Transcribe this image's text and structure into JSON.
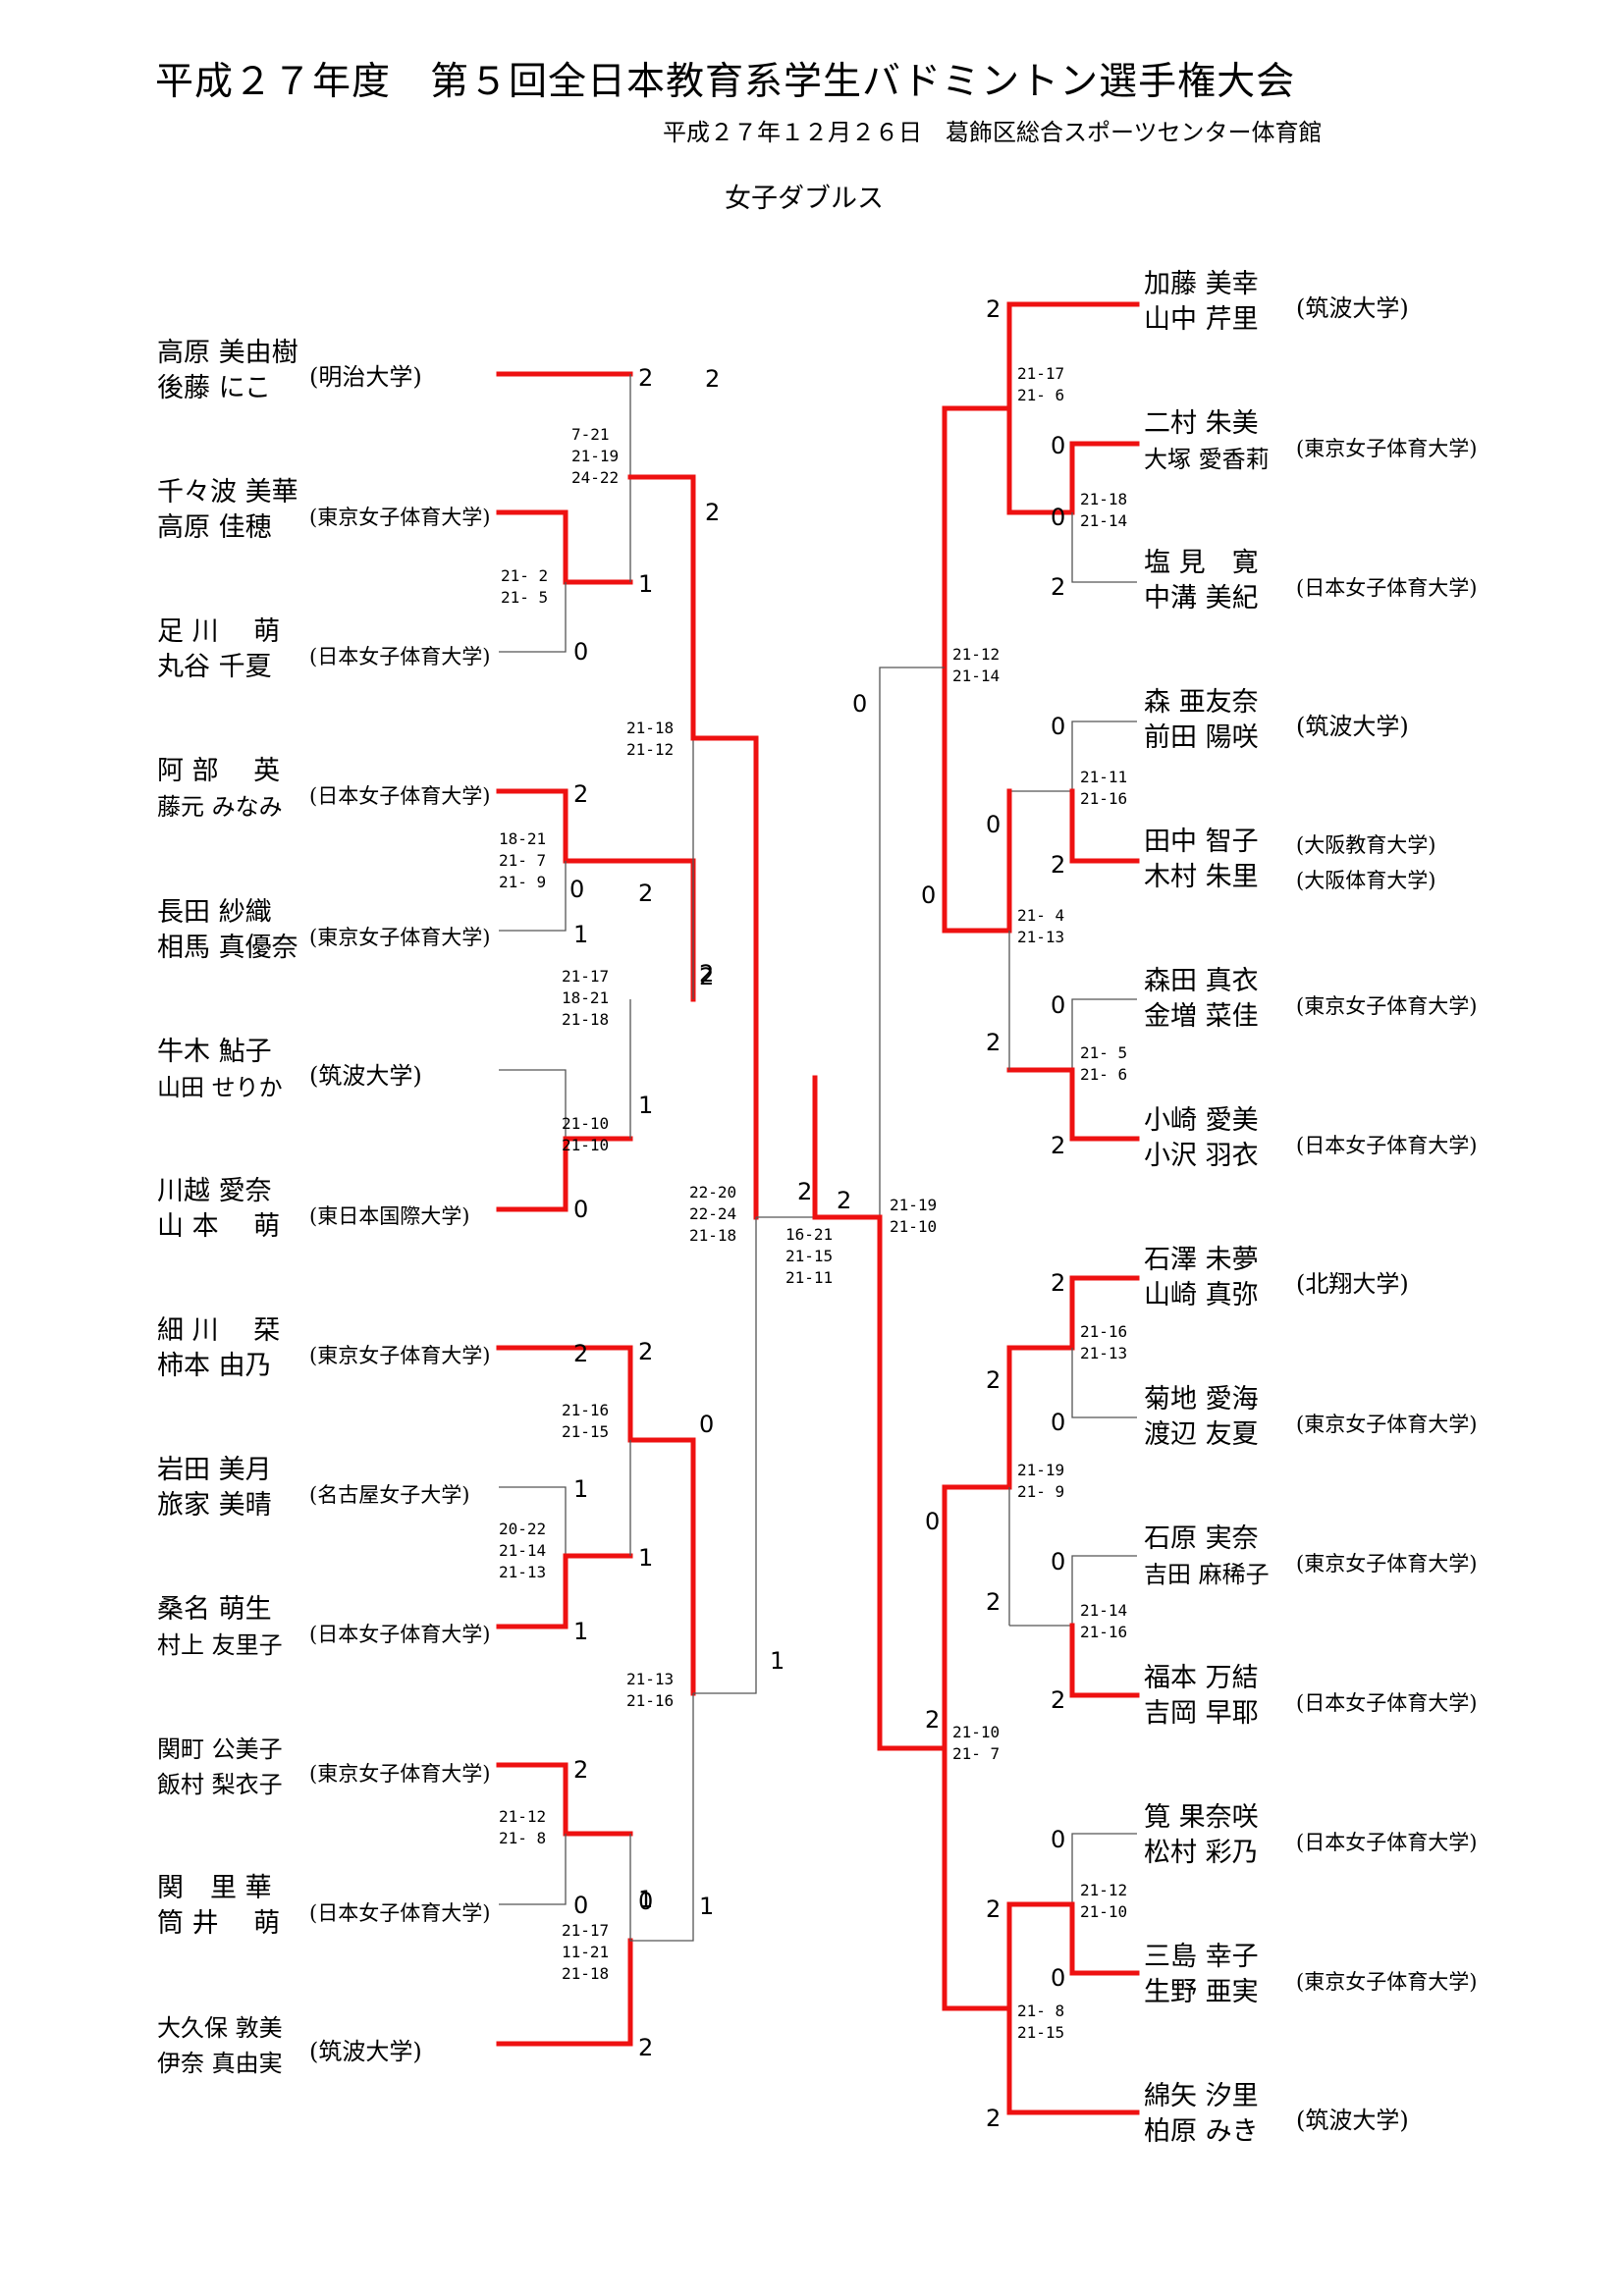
{
  "header": {
    "title": "平成２７年度　第５回全日本教育系学生バドミントン選手権大会",
    "subtitle": "平成２７年１２月２６日　葛飾区総合スポーツセンター体育館",
    "event": "女子ダブルス"
  },
  "left_teams": [
    {
      "p1": "高原 美由樹",
      "p2": "後藤 にこ",
      "school": "(明治大学)"
    },
    {
      "p1": "千々波 美華",
      "p2": "高原 佳穂",
      "school": "(東京女子体育大学)"
    },
    {
      "p1": "足 川　 萌",
      "p2": "丸谷 千夏",
      "school": "(日本女子体育大学)"
    },
    {
      "p1": "阿 部　 英",
      "p2": "藤元 みなみ",
      "school": "(日本女子体育大学)"
    },
    {
      "p1": "長田 紗織",
      "p2": "相馬 真優奈",
      "school": "(東京女子体育大学)"
    },
    {
      "p1": "牛木 鮎子",
      "p2": "山田 せりか",
      "school": "(筑波大学)"
    },
    {
      "p1": "川越 愛奈",
      "p2": "山 本　 萌",
      "school": "(東日本国際大学)"
    },
    {
      "p1": "細 川　 栞",
      "p2": "柿本 由乃",
      "school": "(東京女子体育大学)"
    },
    {
      "p1": "岩田 美月",
      "p2": "旅家 美晴",
      "school": "(名古屋女子大学)"
    },
    {
      "p1": "桑名 萌生",
      "p2": "村上 友里子",
      "school": "(日本女子体育大学)"
    },
    {
      "p1": "関町 公美子",
      "p2": "飯村 梨衣子",
      "school": "(東京女子体育大学)"
    },
    {
      "p1": "関　里 華",
      "p2": "筒 井　 萌",
      "school": "(日本女子体育大学)"
    },
    {
      "p1": "大久保 敦美",
      "p2": "伊奈 真由実",
      "school": "(筑波大学)"
    }
  ],
  "right_teams": [
    {
      "p1": "加藤 美幸",
      "p2": "山中 芹里",
      "school": "(筑波大学)"
    },
    {
      "p1": "二村 朱美",
      "p2": "大塚 愛香莉",
      "school": "(東京女子体育大学)"
    },
    {
      "p1": "塩 見　寛",
      "p2": "中溝 美紀",
      "school": "(日本女子体育大学)"
    },
    {
      "p1": "森 亜友奈",
      "p2": "前田 陽咲",
      "school": "(筑波大学)"
    },
    {
      "p1": "田中 智子",
      "p2": "木村 朱里",
      "school": "(大阪教育大学)",
      "school2": "(大阪体育大学)"
    },
    {
      "p1": "森田 真衣",
      "p2": "金増 菜佳",
      "school": "(東京女子体育大学)"
    },
    {
      "p1": "小崎 愛美",
      "p2": "小沢 羽衣",
      "school": "(日本女子体育大学)"
    },
    {
      "p1": "石澤 未夢",
      "p2": "山崎 真弥",
      "school": "(北翔大学)"
    },
    {
      "p1": "菊地 愛海",
      "p2": "渡辺 友夏",
      "school": "(東京女子体育大学)"
    },
    {
      "p1": "石原 実奈",
      "p2": "吉田 麻稀子",
      "school": "(東京女子体育大学)"
    },
    {
      "p1": "福本 万結",
      "p2": "吉岡 早耶",
      "school": "(日本女子体育大学)"
    },
    {
      "p1": "筧 果奈咲",
      "p2": "松村 彩乃",
      "school": "(日本女子体育大学)"
    },
    {
      "p1": "三島 幸子",
      "p2": "生野 亜実",
      "school": "(東京女子体育大学)"
    },
    {
      "p1": "綿矢 汐里",
      "p2": "柏原 みき",
      "school": "(筑波大学)"
    }
  ],
  "game_scores": [
    {
      "lines": [
        "7-21",
        "21-19",
        "24-22"
      ]
    },
    {
      "lines": [
        "21- 2",
        "21- 5"
      ]
    },
    {
      "lines": [
        "21-18",
        "21-12"
      ]
    },
    {
      "lines": [
        "18-21",
        "21- 7",
        "21- 9"
      ]
    },
    {
      "lines": [
        "21-17",
        "18-21",
        "21-18"
      ]
    },
    {
      "lines": [
        "21-10",
        "21-10"
      ]
    },
    {
      "lines": [
        "22-20",
        "22-24",
        "21-18"
      ]
    },
    {
      "lines": [
        "21-16",
        "21-15"
      ]
    },
    {
      "lines": [
        "20-22",
        "21-14",
        "21-13"
      ]
    },
    {
      "lines": [
        "21-13",
        "21-16"
      ]
    },
    {
      "lines": [
        "21-12",
        "21- 8"
      ]
    },
    {
      "lines": [
        "21-17",
        "11-21",
        "21-18"
      ]
    },
    {
      "lines": [
        "16-21",
        "21-15",
        "21-11"
      ]
    },
    {
      "lines": [
        "21-17",
        "21- 6"
      ]
    },
    {
      "lines": [
        "21-18",
        "21-14"
      ]
    },
    {
      "lines": [
        "21-12",
        "21-14"
      ]
    },
    {
      "lines": [
        "21-11",
        "21-16"
      ]
    },
    {
      "lines": [
        "21- 4",
        "21-13"
      ]
    },
    {
      "lines": [
        "21- 5",
        "21- 6"
      ]
    },
    {
      "lines": [
        "21-19",
        "21-10"
      ]
    },
    {
      "lines": [
        "21-16",
        "21-13"
      ]
    },
    {
      "lines": [
        "21-19",
        "21- 9"
      ]
    },
    {
      "lines": [
        "21-14",
        "21-16"
      ]
    },
    {
      "lines": [
        "21-10",
        "21- 7"
      ]
    },
    {
      "lines": [
        "21-12",
        "21-10"
      ]
    },
    {
      "lines": [
        "21- 8",
        "21-15"
      ]
    }
  ],
  "set_counts": [
    "2",
    "2",
    "1",
    "0",
    "2",
    "2",
    "0",
    "1",
    "2",
    "2",
    "1",
    "0",
    "2",
    "2",
    "2",
    "1",
    "1",
    "1",
    "1",
    "0",
    "2",
    "0",
    "2",
    "1",
    "1",
    "0",
    "2",
    "2",
    "2",
    "0",
    "0",
    "2",
    "0",
    "0",
    "0",
    "0",
    "2",
    "2",
    "0",
    "2",
    "2",
    "2",
    "0",
    "0",
    "0",
    "2",
    "2",
    "0",
    "2",
    "0",
    "2",
    "2"
  ]
}
